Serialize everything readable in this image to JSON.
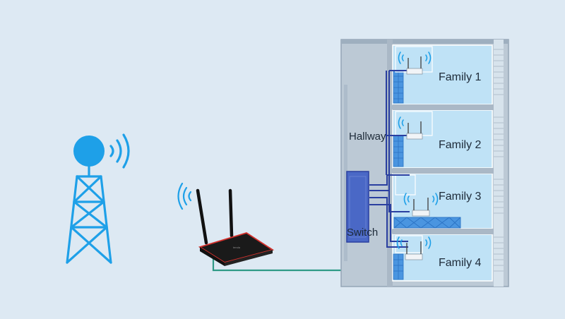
{
  "labels": {
    "hallway": "Hallway",
    "switch": "Switch",
    "rooms": [
      "Family 1",
      "Family 2",
      "Family 3",
      "Family 4"
    ]
  },
  "colors": {
    "background": "#dde9f3",
    "tower": "#1ea0e8",
    "room_fill": "#bfe2f6",
    "wall": "#aab8c6",
    "hallway": "#bcc9d5",
    "switch": "#4a68c6",
    "cable_blue": "#2a3fa0",
    "cable_green": "#2f9a86",
    "router_body": "#1a1a1a",
    "router_accent": "#d3312d"
  },
  "icons": [
    "cell-tower-icon",
    "wifi-signal-icon",
    "router-icon",
    "network-switch-icon",
    "wireless-access-point-icon"
  ]
}
